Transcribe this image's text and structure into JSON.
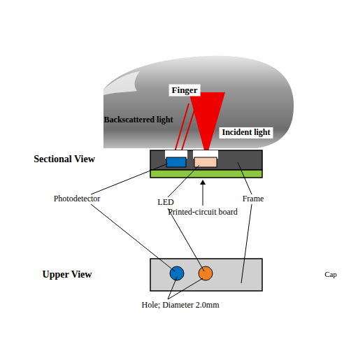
{
  "diagram": {
    "labels": [
      "Finger",
      "Backscattered light",
      "Incident light",
      "Sectional View",
      "Photodetector",
      "LED",
      "Printed-circuit board",
      "Frame",
      "Upper View",
      "Cap",
      "Hole; Diameter 2.0mm"
    ]
  }
}
